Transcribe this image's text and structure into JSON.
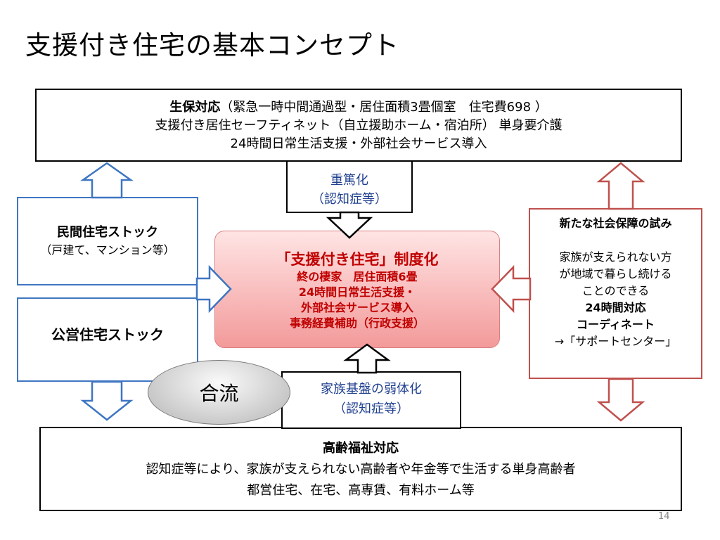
{
  "slide": {
    "title": "支援付き住宅の基本コンセプト",
    "page_number": "14"
  },
  "top_box": {
    "bold": "生保対応",
    "line1_rest": "（緊急一時中間通過型・居住面積3畳個室　住宅費698 ）",
    "line2": "支援付き居住セーフティネット（自立援助ホーム・宿泊所）  単身要介護",
    "line3": "24時間日常生活支援・外部社会サービス導入"
  },
  "severe_box": {
    "line1": "重篤化",
    "line2": "（認知症等）"
  },
  "private_box": {
    "title": "民間住宅ストック",
    "sub": "（戸建て、マンション等）"
  },
  "public_box": {
    "title": "公営住宅ストック"
  },
  "central_box": {
    "title": "「支援付き住宅」制度化",
    "line1": "終の棲家　居住面積6畳",
    "line2": "24時間日常生活支援・",
    "line3": "外部社会サービス導入",
    "line4": "事務経費補助（行政支援）"
  },
  "right_box": {
    "title": "新たな社会保障の試み",
    "line1": "家族が支えられない方",
    "line2": "が地域で暮らし続ける",
    "line3": "ことのできる",
    "line4": "24時間対応",
    "line5": "コーディネート",
    "line6": "→「サポートセンター」"
  },
  "family_box": {
    "line1": "家族基盤の弱体化",
    "line2": "（認知症等）"
  },
  "merge": {
    "label": "合流"
  },
  "bottom_box": {
    "title": "高齢福祉対応",
    "line1": "認知症等により、家族が支えられない高齢者や年金等で生活する単身高齢者",
    "line2": "都営住宅、在宅、高専賃、有料ホーム等"
  },
  "colors": {
    "blue_arrow": "#3e76c2",
    "red_arrow": "#c0504d",
    "central_text": "#c00000",
    "blue_text": "#1f3f8f"
  }
}
